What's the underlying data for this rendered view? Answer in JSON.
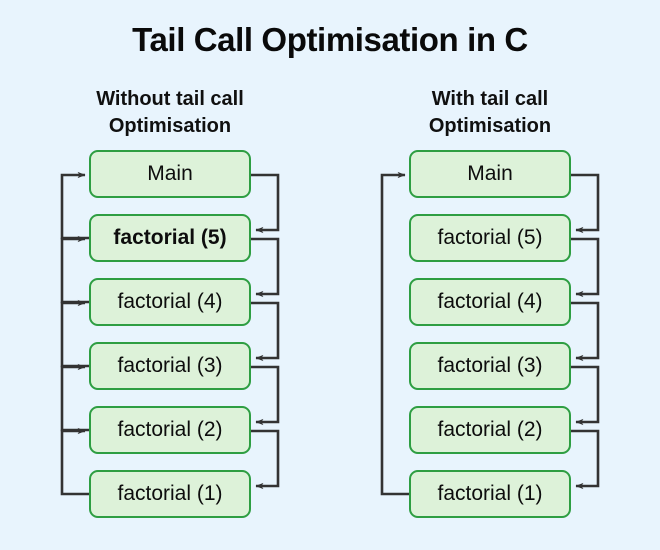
{
  "title": "Tail Call Optimisation in C",
  "colors": {
    "background": "#e8f4fd",
    "box_fill": "#ddf2d9",
    "box_border": "#2e9e42",
    "arrow": "#333333",
    "text": "#101010"
  },
  "columns": [
    {
      "id": "without",
      "heading_line1": "Without tail call",
      "heading_line2": "Optimisation",
      "frames": [
        {
          "label": "Main",
          "bold": false
        },
        {
          "label": "factorial (5)",
          "bold": true
        },
        {
          "label": "factorial (4)",
          "bold": false
        },
        {
          "label": "factorial (3)",
          "bold": false
        },
        {
          "label": "factorial (2)",
          "bold": false
        },
        {
          "label": "factorial (1)",
          "bold": false
        }
      ],
      "return_style": "per-frame-unwind"
    },
    {
      "id": "with",
      "heading_line1": "With tail call",
      "heading_line2": "Optimisation",
      "frames": [
        {
          "label": "Main",
          "bold": false
        },
        {
          "label": "factorial (5)",
          "bold": false
        },
        {
          "label": "factorial (4)",
          "bold": false
        },
        {
          "label": "factorial (3)",
          "bold": false
        },
        {
          "label": "factorial (2)",
          "bold": false
        },
        {
          "label": "factorial (1)",
          "bold": false
        }
      ],
      "return_style": "single-direct-return"
    }
  ]
}
